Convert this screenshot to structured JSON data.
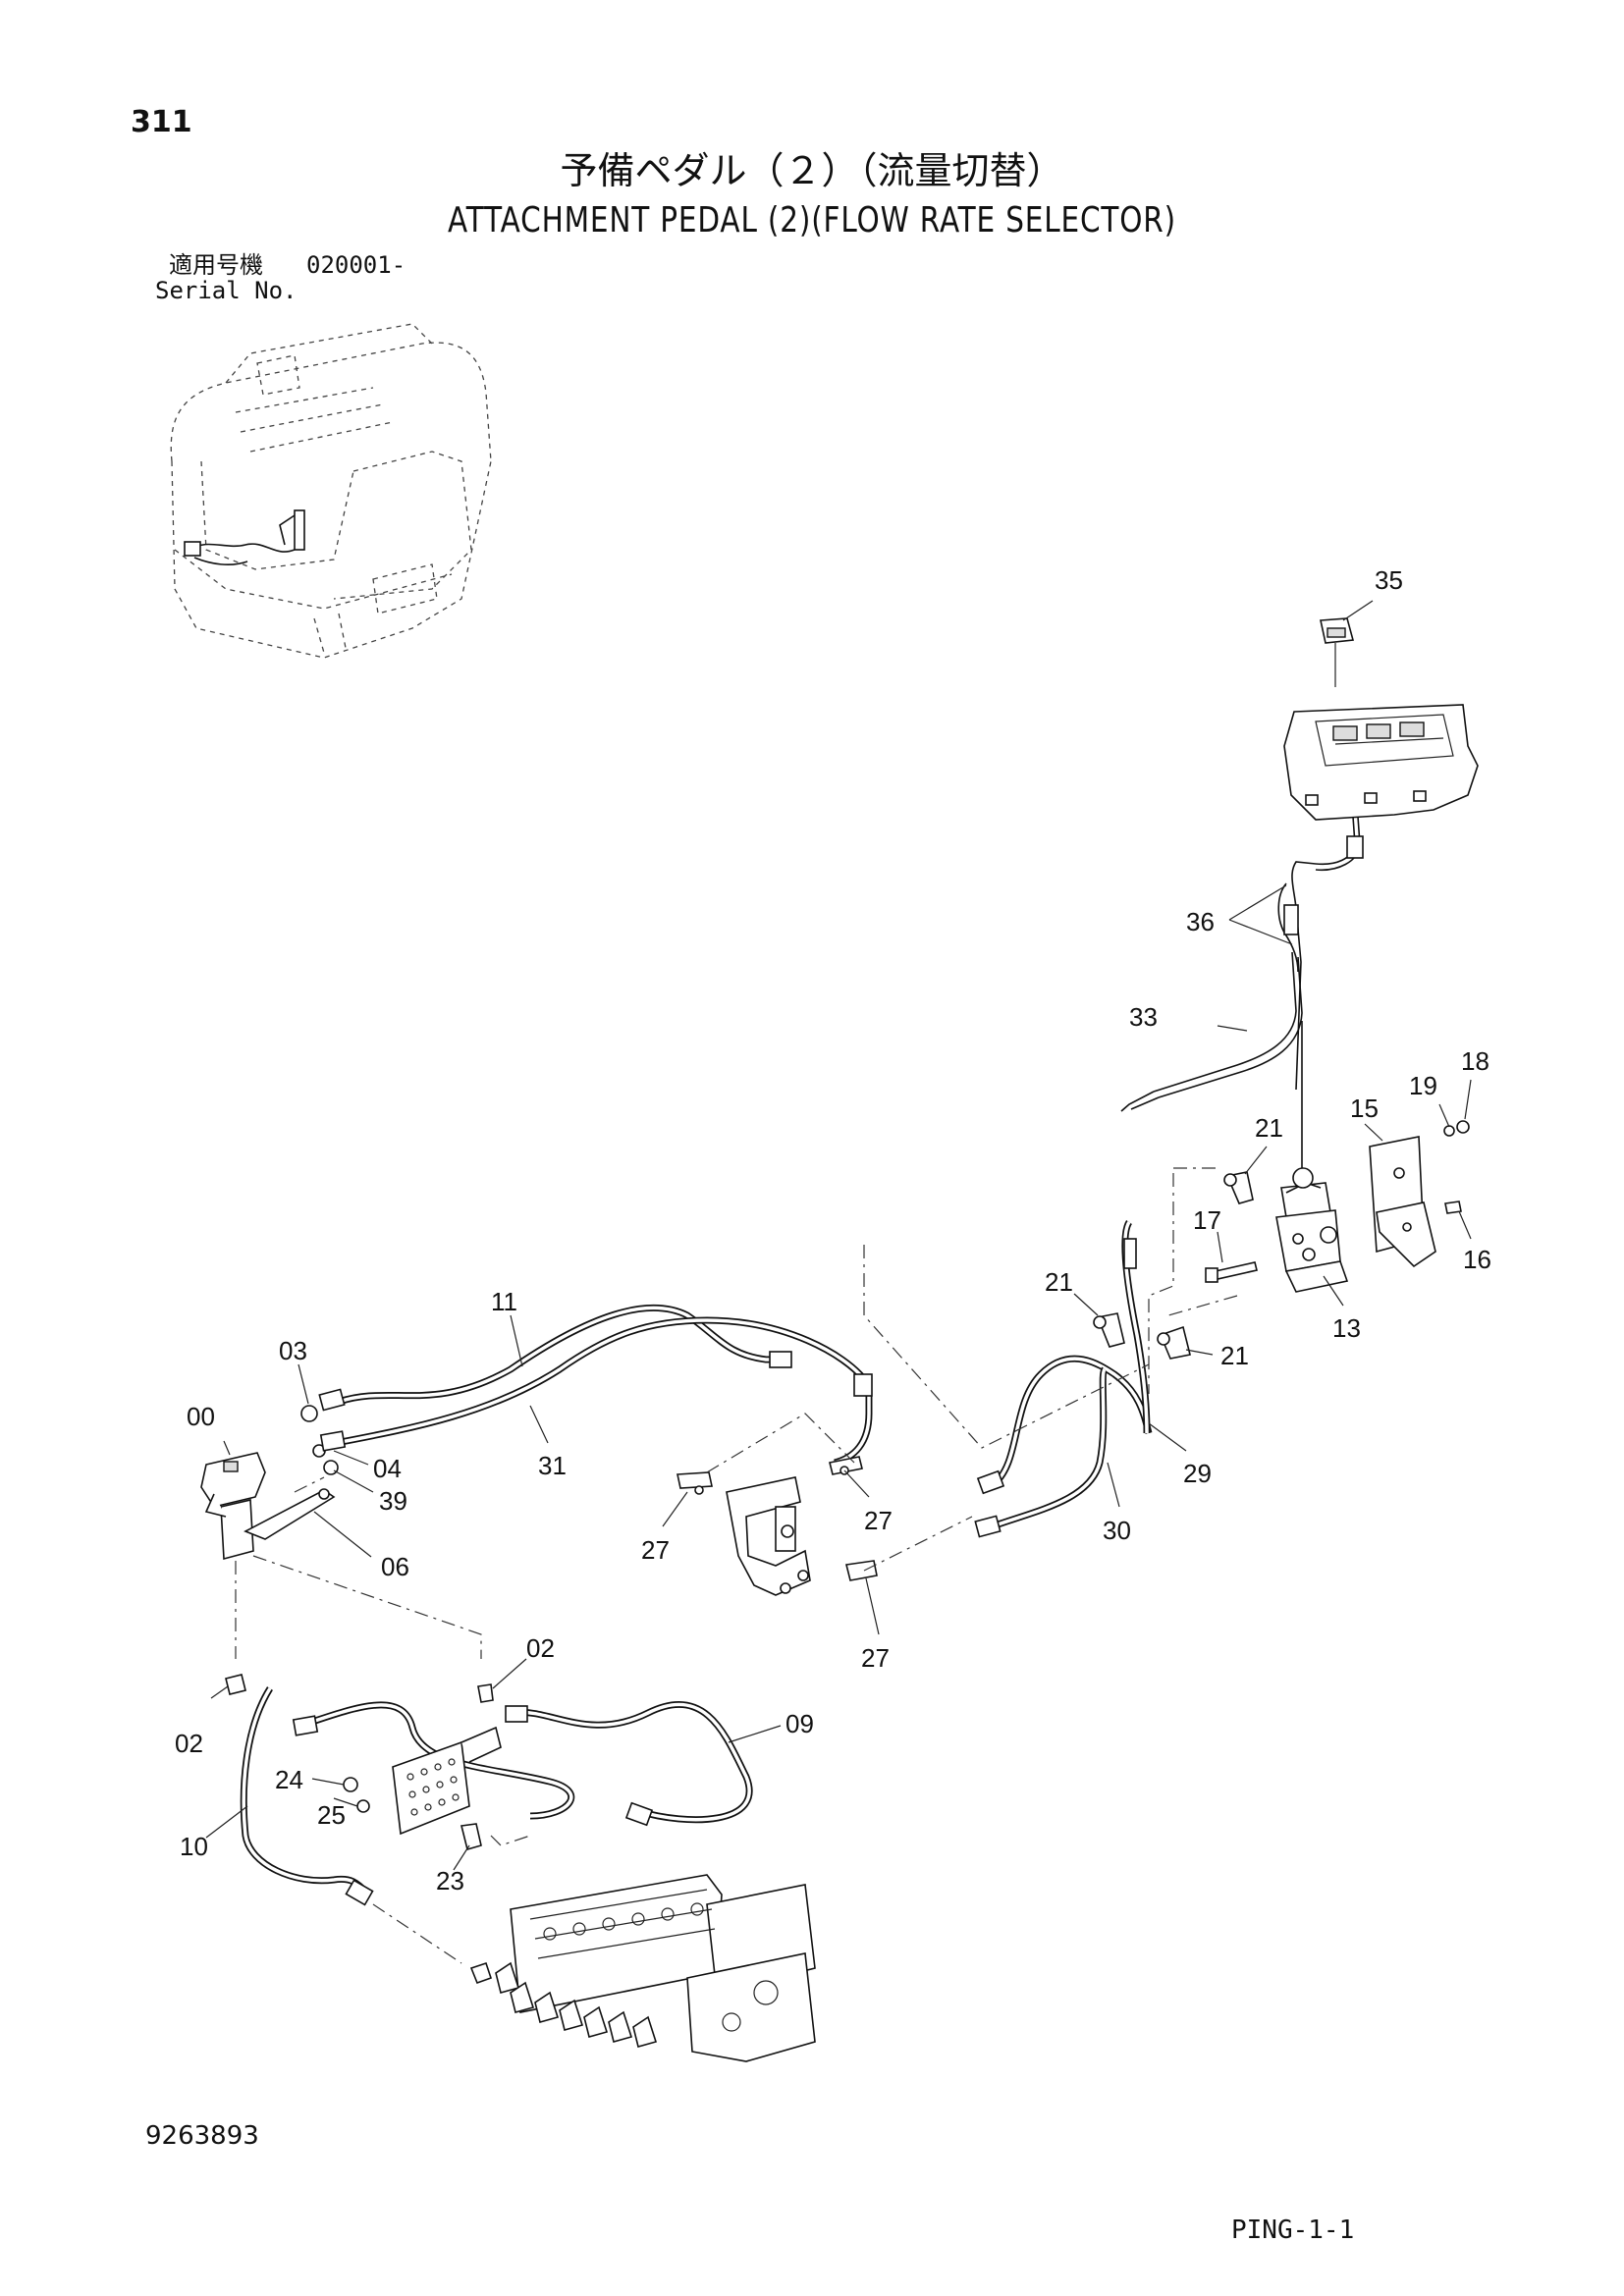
{
  "header": {
    "page_number": "311",
    "title_jp": "予備ペダル（２）（流量切替）",
    "title_en": "ATTACHMENT PEDAL (2)(FLOW RATE SELECTOR)",
    "serial_label_jp": "適用号機",
    "serial_value": "020001-",
    "serial_label_en": "Serial No."
  },
  "callouts": [
    "35",
    "36",
    "33",
    "18",
    "19",
    "15",
    "21",
    "17",
    "16",
    "13",
    "21",
    "21",
    "29",
    "30",
    "11",
    "31",
    "03",
    "00",
    "04",
    "39",
    "06",
    "27",
    "27",
    "27",
    "02",
    "02",
    "09",
    "24",
    "25",
    "10",
    "23"
  ],
  "footer": {
    "doc_number": "9263893",
    "sheet_ref": "PING-1-1"
  }
}
